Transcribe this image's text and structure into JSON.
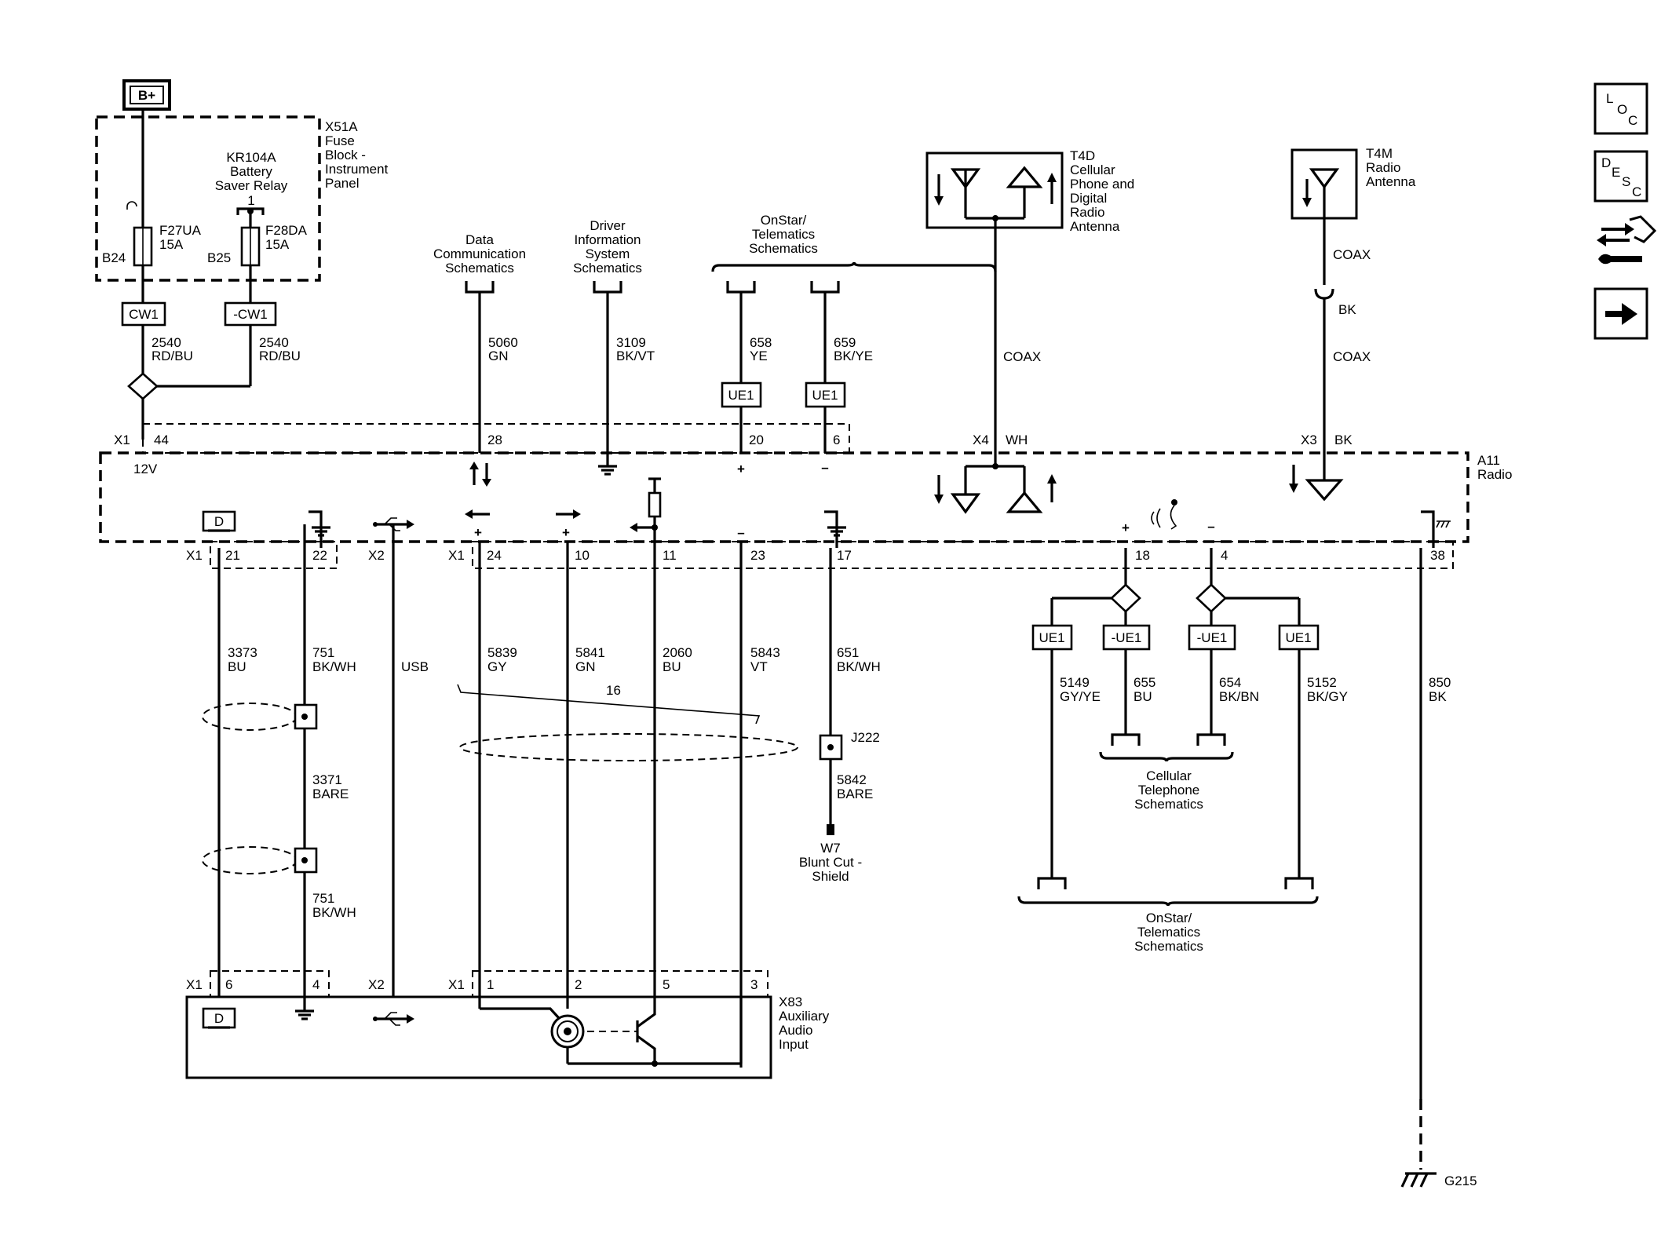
{
  "supply": {
    "label": "B+"
  },
  "fuse_block": {
    "lines": [
      "X51A",
      "Fuse",
      "Block -",
      "Instrument",
      "Panel"
    ]
  },
  "relay": {
    "lines": [
      "KR104A",
      "Battery",
      "Saver Relay"
    ],
    "pin": "1"
  },
  "fuses": [
    {
      "name": "F27UA",
      "rating": "15A",
      "pin": "B24"
    },
    {
      "name": "F28DA",
      "rating": "15A",
      "pin": "B25"
    }
  ],
  "circuit_ids": [
    "CW1",
    "-CW1"
  ],
  "wires": [
    {
      "num": "2540",
      "color": "RD/BU"
    },
    {
      "num": "2540",
      "color": "RD/BU"
    },
    {
      "num": "5060",
      "color": "GN"
    },
    {
      "num": "3109",
      "color": "BK/VT"
    },
    {
      "num": "658",
      "color": "YE"
    },
    {
      "num": "659",
      "color": "BK/YE"
    },
    {
      "num": "3373",
      "color": "BU"
    },
    {
      "num": "751",
      "color": "BK/WH"
    },
    {
      "num": "5839",
      "color": "GY"
    },
    {
      "num": "5841",
      "color": "GN"
    },
    {
      "num": "2060",
      "color": "BU"
    },
    {
      "num": "5843",
      "color": "VT"
    },
    {
      "num": "651",
      "color": "BK/WH"
    },
    {
      "num": "3371",
      "color": "BARE"
    },
    {
      "num": "751",
      "color": "BK/WH"
    },
    {
      "num": "5842",
      "color": "BARE"
    },
    {
      "num": "5149",
      "color": "GY/YE"
    },
    {
      "num": "655",
      "color": "BU"
    },
    {
      "num": "654",
      "color": "BK/BN"
    },
    {
      "num": "5152",
      "color": "BK/GY"
    },
    {
      "num": "850",
      "color": "BK"
    }
  ],
  "usb_label": "USB",
  "twist_label": "16",
  "refs": {
    "data_comm": [
      "Data",
      "Communication",
      "Schematics"
    ],
    "dis": [
      "Driver",
      "Information",
      "System",
      "Schematics"
    ],
    "onstar_top": [
      "OnStar/",
      "Telematics",
      "Schematics"
    ],
    "cellular": [
      "Cellular",
      "Telephone",
      "Schematics"
    ],
    "onstar_bottom": [
      "OnStar/",
      "Telematics",
      "Schematics"
    ]
  },
  "options": {
    "ue1": "UE1",
    "not_ue1": "-UE1"
  },
  "antennas": {
    "t4d": [
      "T4D",
      "Cellular",
      "Phone and",
      "Digital",
      "Radio",
      "Antenna"
    ],
    "t4m": [
      "T4M",
      "Radio",
      "Antenna"
    ],
    "coax": "COAX",
    "bk": "BK",
    "wh": "WH"
  },
  "connectors": {
    "x1": "X1",
    "x2": "X2",
    "x3": "X3",
    "x4": "X4"
  },
  "radio": {
    "lines": [
      "A11",
      "Radio"
    ],
    "voltage": "12V"
  },
  "radio_pins_top": [
    "44",
    "28",
    "20",
    "6"
  ],
  "radio_pins_bottom": [
    "21",
    "22",
    "24",
    "10",
    "11",
    "23",
    "17",
    "18",
    "4",
    "38"
  ],
  "aux": {
    "lines": [
      "X83",
      "Auxiliary",
      "Audio",
      "Input"
    ],
    "pins": [
      "6",
      "4",
      "1",
      "2",
      "5",
      "3"
    ]
  },
  "splice": {
    "name": "J222"
  },
  "shield": {
    "lines": [
      "W7",
      "Blunt Cut -",
      "Shield"
    ]
  },
  "ground": {
    "name": "G215"
  },
  "nav": {
    "loc": [
      "L",
      "O",
      "C"
    ],
    "desc": [
      "D",
      "E",
      "S",
      "C"
    ]
  },
  "icon_names": [
    "display-icon",
    "ground-icon",
    "usb-icon",
    "speaker-voice-icon",
    "connector-icon",
    "next-arrow-icon",
    "info-icon"
  ]
}
